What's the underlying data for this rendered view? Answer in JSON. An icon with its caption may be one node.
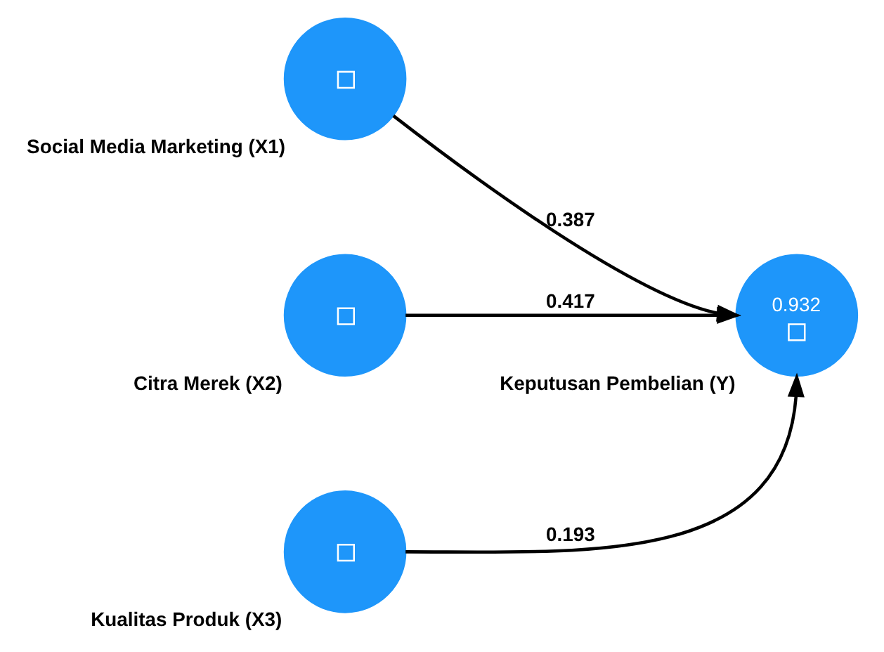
{
  "diagram": {
    "nodes": [
      {
        "text": [
          "Social Media Marketing (X1)"
        ]
      },
      {
        "text": [
          "Citra Merek (X2)"
        ]
      },
      {
        "text": [
          "Kualitas Produk (X3)"
        ]
      },
      {
        "text": [
          "0.932",
          "Keputusan Pembelian (Y)"
        ]
      }
    ],
    "edges": [
      {
        "from": 0,
        "to": 3,
        "arrow": "to",
        "label": "0.387"
      },
      {
        "from": 1,
        "to": 3,
        "arrow": "to",
        "label": "0.417"
      },
      {
        "from": 2,
        "to": 3,
        "arrow": "to",
        "label": "0.193"
      }
    ]
  }
}
